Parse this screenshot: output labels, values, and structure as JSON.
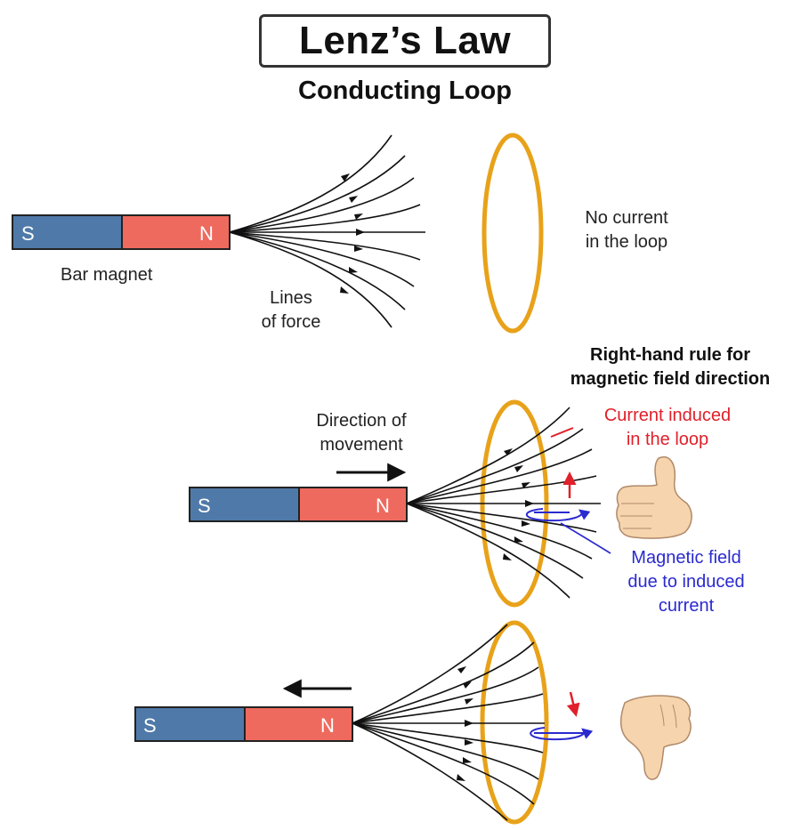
{
  "title": "Lenz’s Law",
  "subtitle": "Conducting Loop",
  "magnet": {
    "south_label": "S",
    "north_label": "N"
  },
  "labels": {
    "bar_magnet": "Bar magnet",
    "lines_of_force": [
      "Lines",
      "of force"
    ],
    "no_current": [
      "No current",
      "in the loop"
    ],
    "right_hand_rule": [
      "Right-hand rule for",
      "magnetic field direction"
    ],
    "direction_of_movement": [
      "Direction of",
      "movement"
    ],
    "current_induced": [
      "Current induced",
      "in the loop"
    ],
    "magnetic_field": [
      "Magnetic field",
      "due to induced",
      "current"
    ]
  },
  "colors": {
    "magnet_south": "#4f79a8",
    "magnet_north": "#ef6a5e",
    "loop": "#e8a21a",
    "current_arrow": "#e0202a",
    "field_arrow": "#2a2ad0",
    "hand": "#f6d4ad"
  }
}
